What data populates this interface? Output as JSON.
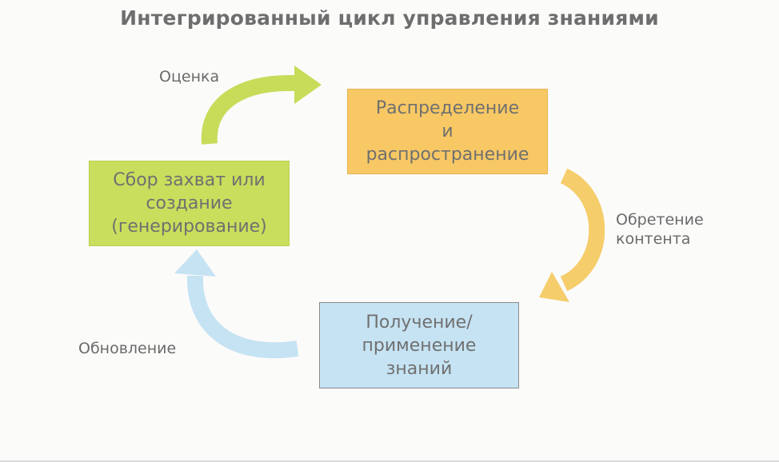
{
  "diagram": {
    "title": "Интегрированный цикл управления знаниями",
    "boxes": {
      "capture": {
        "lines": [
          "Сбор захват или",
          "создание",
          "(генерирование)"
        ],
        "color": "#c9de5c"
      },
      "distribution": {
        "lines": [
          "Распределение",
          "и",
          "распространение"
        ],
        "color": "#f7c864"
      },
      "application": {
        "lines": [
          "Получение/",
          "применение",
          "знаний"
        ],
        "color": "#c6e3f3"
      }
    },
    "labels": {
      "evaluation": "Оценка",
      "content": [
        "Обретение",
        "контента"
      ],
      "update": "Обновление"
    },
    "arrow_colors": {
      "evaluation": "#c8dc5a",
      "content": "#f5cd6a",
      "update": "#c6e3f3"
    }
  }
}
